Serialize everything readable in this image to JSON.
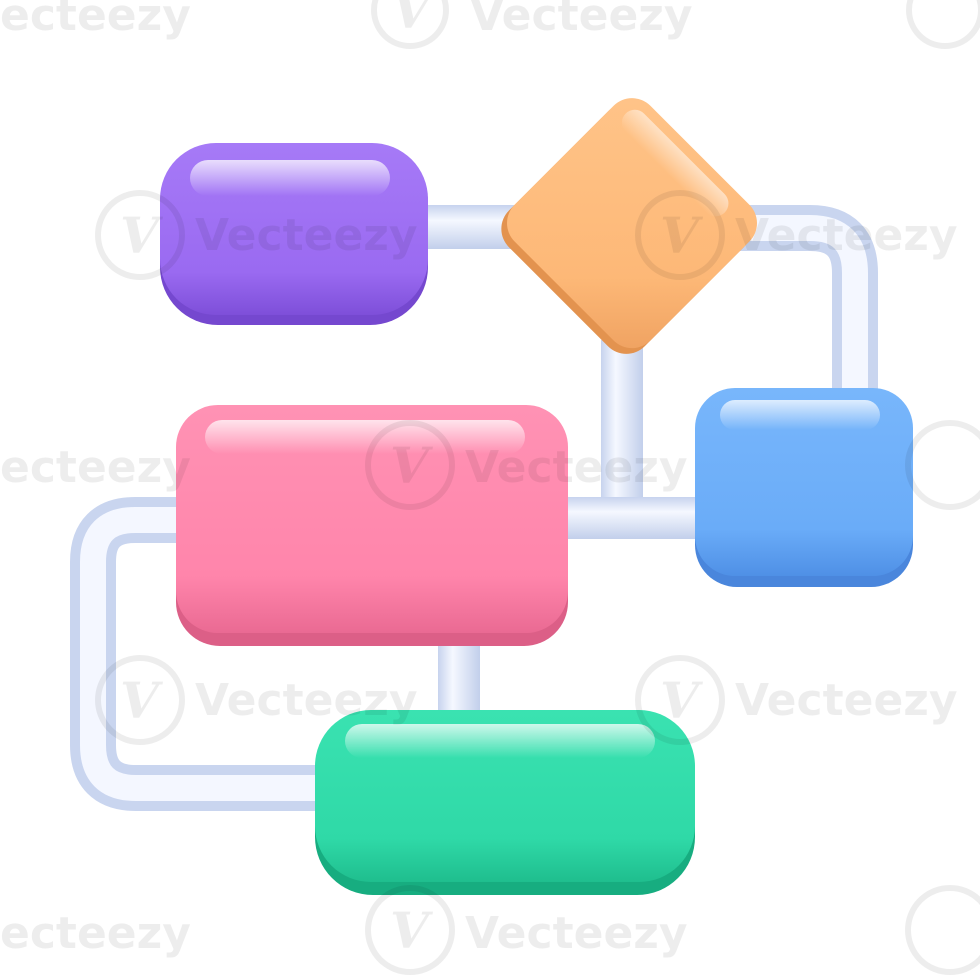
{
  "watermark": {
    "text": "Vecteezy",
    "text_left_cut": "ecteezy",
    "text_right_cut": "Vecteezy",
    "logo_letter": "V"
  },
  "colors": {
    "process_purple": "#9B6CF2",
    "decision_orange": "#FDB877",
    "process_blue": "#6AACF8",
    "process_pink": "#FF85AB",
    "process_green": "#2FD9A7",
    "connector_pipe": "#E4ECFB"
  },
  "shapes": [
    {
      "name": "purple-rounded-rectangle",
      "kind": "process",
      "color": "process_purple"
    },
    {
      "name": "orange-diamond",
      "kind": "decision",
      "color": "decision_orange"
    },
    {
      "name": "blue-rounded-square",
      "kind": "process",
      "color": "process_blue"
    },
    {
      "name": "pink-rounded-rectangle",
      "kind": "process",
      "color": "process_pink"
    },
    {
      "name": "green-rounded-rectangle",
      "kind": "process",
      "color": "process_green"
    }
  ]
}
